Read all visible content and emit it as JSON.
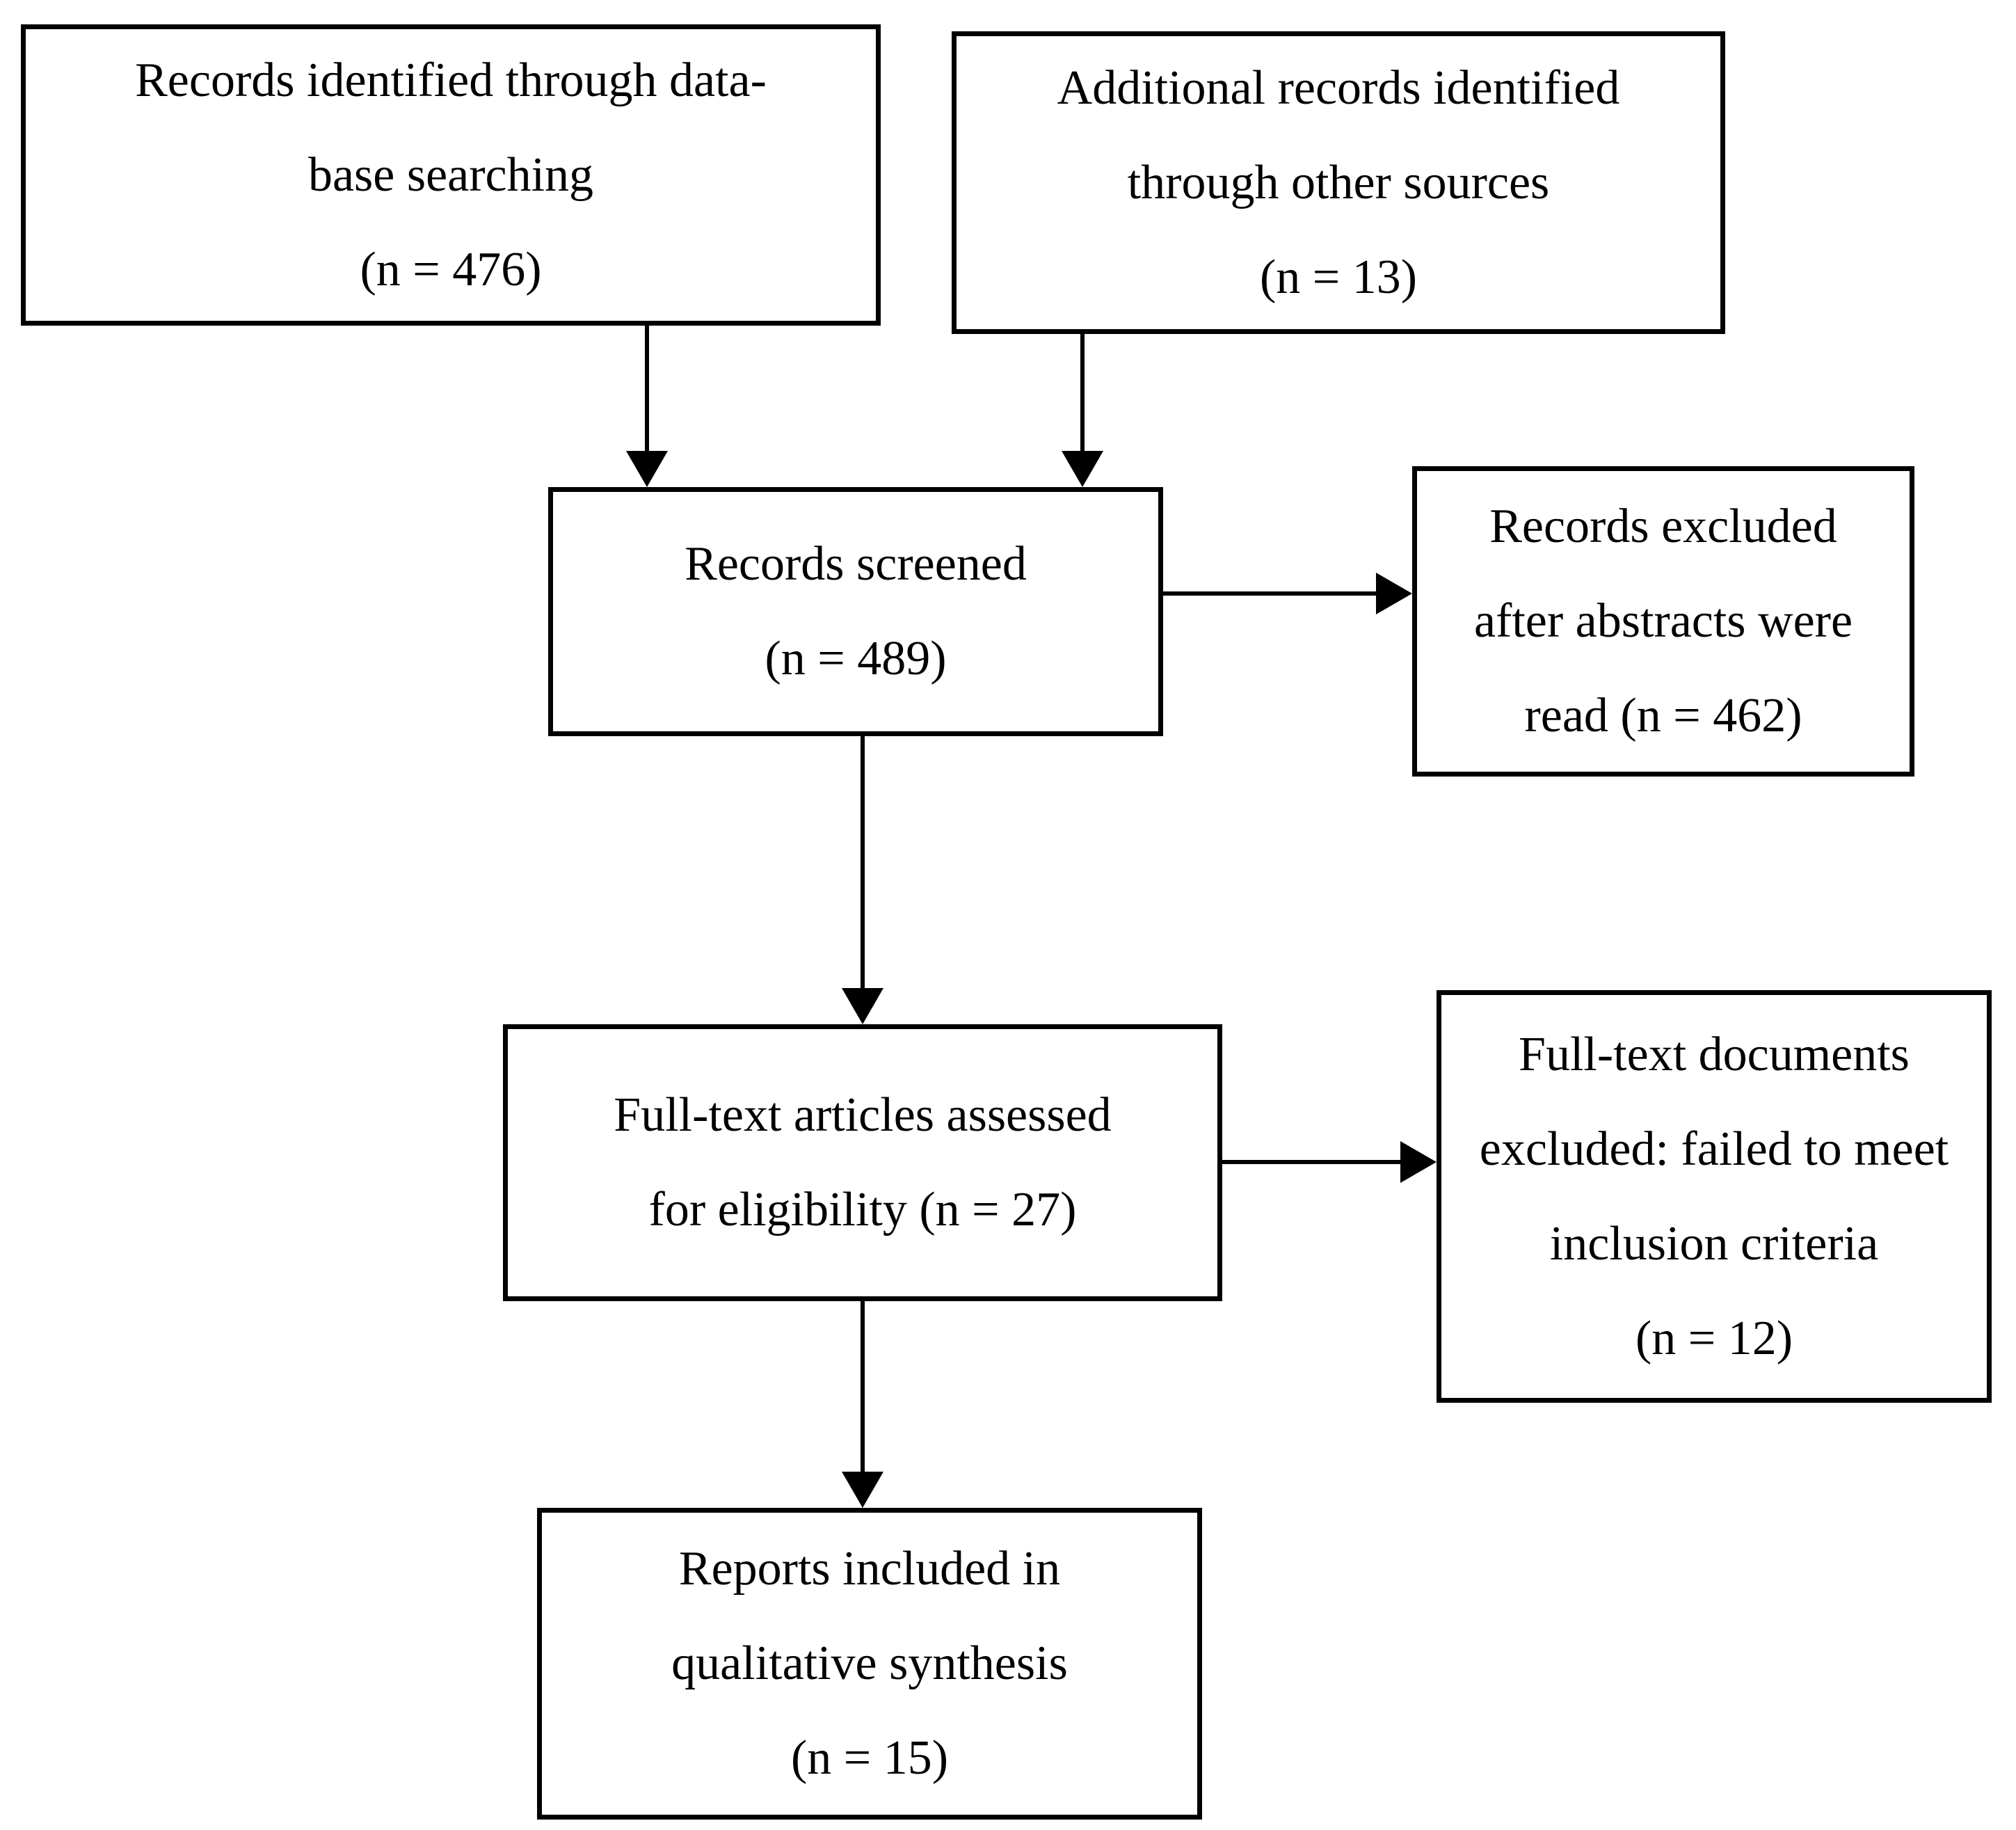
{
  "diagram": {
    "type": "flowchart",
    "background_color": "#ffffff",
    "line_color": "#000000",
    "text_color": "#000000",
    "boxes": {
      "identified": {
        "lines": [
          "Records identified through data-",
          "base searching",
          "(n = 476)"
        ],
        "count": 476
      },
      "additional": {
        "lines": [
          "Additional records identified",
          "through other sources",
          "(n = 13)"
        ],
        "count": 13
      },
      "screened": {
        "lines": [
          "Records screened",
          "(n = 489)"
        ],
        "count": 489
      },
      "excluded_abstracts": {
        "lines": [
          "Records excluded",
          "after abstracts were",
          "read (n = 462)"
        ],
        "count": 462
      },
      "fulltext": {
        "lines": [
          "Full-text articles assessed",
          "for eligibility (n = 27)"
        ],
        "count": 27
      },
      "excluded_fulltext": {
        "lines": [
          "Full-text documents",
          "excluded: failed to meet",
          "inclusion criteria",
          "(n = 12)"
        ],
        "count": 12
      },
      "included": {
        "lines": [
          "Reports included in",
          "qualitative synthesis",
          "(n = 15)"
        ],
        "count": 15
      }
    },
    "edges": [
      {
        "from": "identified",
        "to": "screened",
        "direction": "down"
      },
      {
        "from": "additional",
        "to": "screened",
        "direction": "down"
      },
      {
        "from": "screened",
        "to": "excluded_abstracts",
        "direction": "right"
      },
      {
        "from": "screened",
        "to": "fulltext",
        "direction": "down"
      },
      {
        "from": "fulltext",
        "to": "excluded_fulltext",
        "direction": "right"
      },
      {
        "from": "fulltext",
        "to": "included",
        "direction": "down"
      }
    ]
  }
}
